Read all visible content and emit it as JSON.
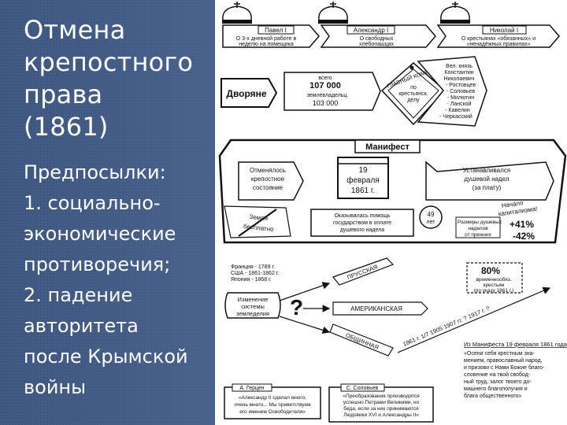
{
  "left": {
    "title_lines": [
      "Отмена",
      "крепостного",
      "права",
      "(1861)"
    ],
    "body_lines": [
      "Предпосылки:",
      "1. социально-",
      "экономические",
      "противоречия;",
      "2. падение",
      "авторитета",
      "после Крымской",
      "войны"
    ]
  },
  "tsars": {
    "paul": {
      "name": "Павел I",
      "text1": "О 3-х дневной работе в",
      "text2": "неделю на помещика"
    },
    "alexander": {
      "name": "Александр I",
      "text1": "О свободных",
      "text2": "хлебопашцах"
    },
    "nicholas": {
      "name": "Николай I",
      "text1": "О крестьянах «обязанных» и",
      "text2": "«ненадёжных правилах»"
    }
  },
  "committee": {
    "arc": "ГЛАВНЫЙ КОМИТЕТ",
    "center1": "по",
    "center2": "крестьянск.",
    "center3": "делу",
    "members": [
      "Вел. князь",
      "Константин",
      "Николаевич",
      "- Ростовцев",
      "- Соловьев",
      "- Милютин",
      "- Ланской",
      "- Кавелин",
      "- Черкасский"
    ]
  },
  "nobles": {
    "label": "Дворяне",
    "total_word": "всего",
    "total": "107 000",
    "landowners_word": "землевладельц.",
    "landowners": "103 000"
  },
  "manifest": {
    "title": "Манифест",
    "left1": "Отменялось",
    "left2": "крепостное",
    "left3": "состояние",
    "date_day": "19",
    "date_month": "февраля",
    "date_year": "1861 г.",
    "right1": "Устанавливался",
    "right2": "душевой надел",
    "right3": "(за плату)",
    "land1": "Земля",
    "land2": "бесплатно",
    "help1": "Оказывалась помощь",
    "help2": "государством в оплате",
    "help3": "душевого надела",
    "years_num": "49",
    "years_word": "лет",
    "capitalism1": "Начало",
    "capitalism2": "капитализма!",
    "sizes1": "Размеры душевых",
    "sizes2": "наделов",
    "sizes3": "от прежних",
    "plus": "+41%",
    "minus": "-42%"
  },
  "reforms": {
    "countries": [
      "Франция - 1789 г.",
      "США - 1861-1862 г.",
      "Япония - 1868 г."
    ],
    "question_mark": "?",
    "change1": "Изменение",
    "change2": "системы",
    "change3": "земледелия",
    "path1": "ПРУССКАЯ",
    "path2": "АМЕРИКАНСКАЯ",
    "path3": "ОБЩИННАЯ",
    "years_axis": "1861 г.   1/7 1905  1907 гг. ?  1917 г.  ?",
    "pct": "80%",
    "pct_text1": "временнообяз.",
    "pct_text2": "крестьян",
    "pct_text3": "(по указу 1861 г.)"
  },
  "manifesto_quote": {
    "heading": "Из Манифеста 19 февраля 1861 года",
    "lines": [
      "«Осени себя крестным зна-",
      "мением, православный народ,",
      "и призови с Нами Божие благо-",
      "словение на твой свобод-",
      "ный труд, залог твоего до-",
      "машнего благополучия и",
      "блага общественного»"
    ]
  },
  "quotes": {
    "herzen": {
      "name": "А. Герцен",
      "lines": [
        "«Александр II сделал много,",
        "очень много... Мы приветствуем",
        "его именем Освободителя»"
      ]
    },
    "solovyov": {
      "name": "С. Соловьев",
      "lines": [
        "«Преобразования производятся",
        "успешно Петрами Великими, но",
        "беда, если за них принимаются",
        "Людовики XVI и Александры II»"
      ]
    }
  }
}
